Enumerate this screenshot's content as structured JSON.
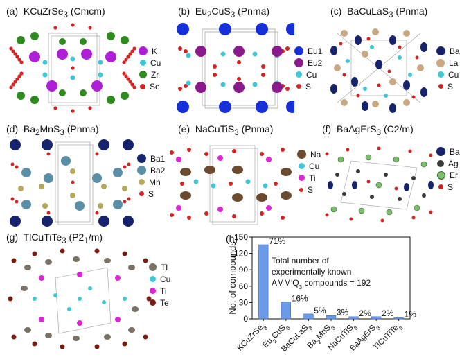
{
  "panels": [
    {
      "label": "(a)",
      "compound": "KCuZrSe",
      "sub": "3",
      "group": "(Cmcm)",
      "legend": [
        {
          "el": "K",
          "color": "#b01fd8"
        },
        {
          "el": "Cu",
          "color": "#3fc7d6"
        },
        {
          "el": "Zr",
          "color": "#2e8b1e"
        },
        {
          "el": "Se",
          "color": "#d42222"
        }
      ]
    },
    {
      "label": "(b)",
      "compound": "Eu",
      "sub": "2",
      "compound2": "CuS",
      "sub2": "3",
      "group": "(Pnma)",
      "legend": [
        {
          "el": "Eu1",
          "color": "#1530d8"
        },
        {
          "el": "Eu2",
          "color": "#8a1a8c"
        },
        {
          "el": "Cu",
          "color": "#3fc7d6"
        },
        {
          "el": "S",
          "color": "#d42222"
        }
      ]
    },
    {
      "label": "(c)",
      "compound": "BaCuLaS",
      "sub": "3",
      "group": "(Pnma)",
      "legend": [
        {
          "el": "Ba",
          "color": "#16246e"
        },
        {
          "el": "La",
          "color": "#c9a882"
        },
        {
          "el": "Cu",
          "color": "#3fc7d6"
        },
        {
          "el": "S",
          "color": "#d42222"
        }
      ]
    },
    {
      "label": "(d)",
      "compound": "Ba",
      "sub": "2",
      "compound2": "MnS",
      "sub2": "3",
      "group": "(Pnma)",
      "legend": [
        {
          "el": "Ba1",
          "color": "#16246e"
        },
        {
          "el": "Ba2",
          "color": "#5b8fa8"
        },
        {
          "el": "Mn",
          "color": "#b5a85a"
        },
        {
          "el": "S",
          "color": "#d42222"
        }
      ]
    },
    {
      "label": "(e)",
      "compound": "NaCuTiS",
      "sub": "3",
      "group": "(Pnma)",
      "legend": [
        {
          "el": "Na",
          "color": "#6b4a2e"
        },
        {
          "el": "Cu",
          "color": "#3fc7d6"
        },
        {
          "el": "Ti",
          "color": "#e022d8"
        },
        {
          "el": "S",
          "color": "#d42222"
        }
      ]
    },
    {
      "label": "(f)",
      "compound": "BaAgErS",
      "sub": "3",
      "group": "(C2/m)",
      "legend": [
        {
          "el": "Ba",
          "color": "#16246e"
        },
        {
          "el": "Ag",
          "color": "#3a3a3a"
        },
        {
          "el": "Er",
          "color": "#7cbf6a"
        },
        {
          "el": "S",
          "color": "#d42222"
        }
      ]
    },
    {
      "label": "(g)",
      "compound": "TlCuTiTe",
      "sub": "3",
      "group": "(P2",
      "group_sub": "1",
      "group_end": "/m)",
      "legend": [
        {
          "el": "Tl",
          "color": "#7a7264"
        },
        {
          "el": "Cu",
          "color": "#3fc7d6"
        },
        {
          "el": "Ti",
          "color": "#e022d8"
        },
        {
          "el": "Te",
          "color": "#7a1a10"
        }
      ]
    },
    {
      "label": "(h)"
    }
  ],
  "chart_data": {
    "type": "bar",
    "categories": [
      "KCuZrSe3",
      "Eu2CuS3",
      "BaCuLaS3",
      "Ba2MnS3",
      "NaCuTiS3",
      "BaAgErS3",
      "TlCuTiTe3"
    ],
    "category_labels": [
      {
        "base": "KCuZrSe",
        "sub": "3"
      },
      {
        "base": "Eu",
        "sub": "2",
        "base2": "CuS",
        "sub2": "3"
      },
      {
        "base": "BaCuLaS",
        "sub": "3"
      },
      {
        "base": "Ba",
        "sub": "2",
        "base2": "MnS",
        "sub2": "3"
      },
      {
        "base": "NaCuTiS",
        "sub": "3"
      },
      {
        "base": "BaAgErS",
        "sub": "3"
      },
      {
        "base": "TlCuTiTe",
        "sub": "3"
      }
    ],
    "values": [
      136,
      31,
      9,
      6,
      4,
      4,
      2
    ],
    "data_labels": [
      "71%",
      "16%",
      "5%",
      "3%",
      "2%",
      "2%",
      "1%"
    ],
    "ylabel": "No. of compounds",
    "ylim": [
      0,
      150
    ],
    "yticks": [
      0,
      30,
      60,
      90,
      120,
      150
    ],
    "bar_color": "#6a9ae8",
    "annotation": [
      "Total number of",
      "experimentally  known",
      "AMM′Q",
      "3",
      "  compounds = 192"
    ]
  }
}
